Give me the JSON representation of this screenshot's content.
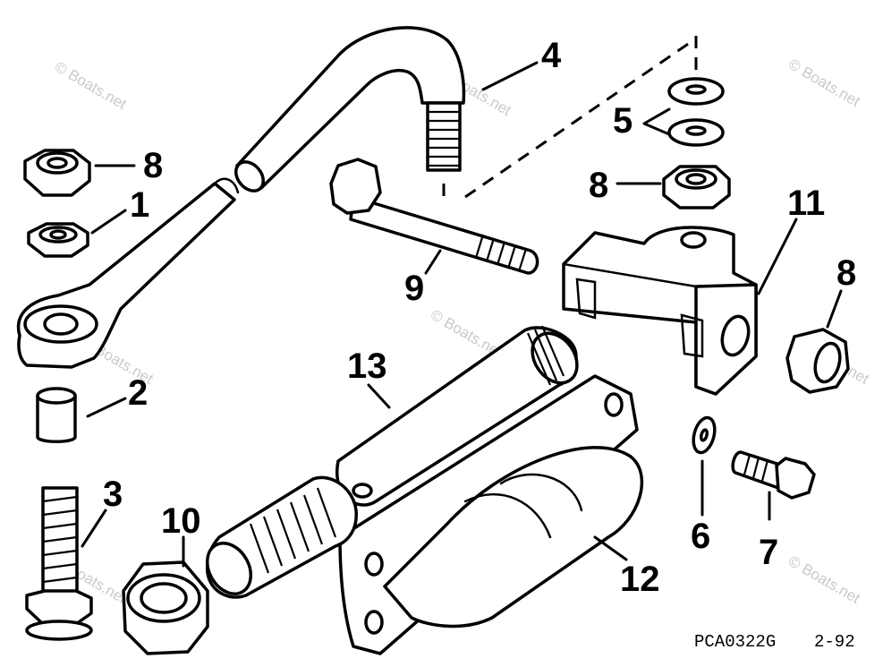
{
  "callouts": {
    "c1": "1",
    "c2": "2",
    "c3": "3",
    "c4": "4",
    "c5": "5",
    "c6": "6",
    "c7": "7",
    "c8a": "8",
    "c8b": "8",
    "c8c": "8",
    "c9": "9",
    "c10": "10",
    "c11": "11",
    "c12": "12",
    "c13": "13"
  },
  "watermark": "© Boats.net",
  "caption": {
    "code": "PCA0322G",
    "date": "2-92"
  },
  "colors": {
    "line": "#000000",
    "background": "#ffffff",
    "watermark": "#c9c9c9"
  }
}
